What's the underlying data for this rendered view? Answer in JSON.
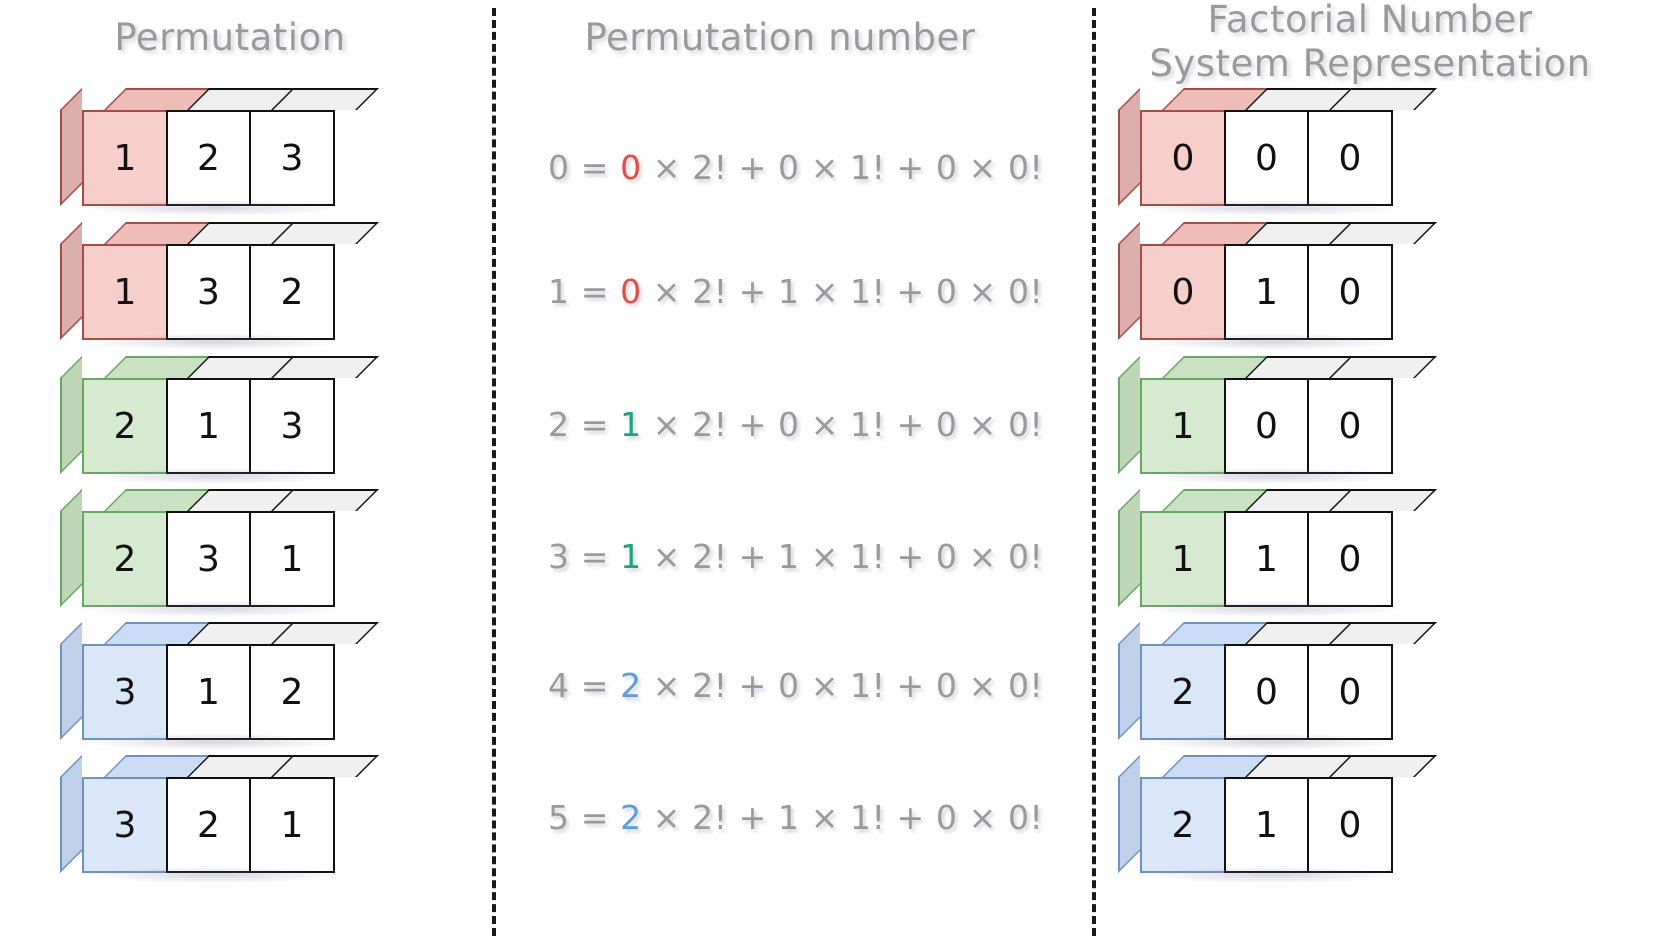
{
  "columns": {
    "left": {
      "title": "Permutation"
    },
    "middle": {
      "title": "Permutation number"
    },
    "right": {
      "title": "Factorial Number\nSystem Representation"
    }
  },
  "colors": {
    "red_fill": "#f6ceca",
    "red_border": "#a64b45",
    "green_fill": "#d6ead0",
    "green_border": "#67a862",
    "blue_fill": "#d9e7f8",
    "blue_border": "#6e92c4",
    "text_gray": "#9a9a9a",
    "digit_red": "#f0483c",
    "digit_green": "#17a583",
    "digit_blue": "#5a9bea"
  },
  "rows": [
    {
      "highlight": "red",
      "permutation": [
        "1",
        "2",
        "3"
      ],
      "equation": {
        "result": "0",
        "eq": "=",
        "coef2": "0",
        "term2": "× 2!",
        "plus1": "+",
        "coef1": "0",
        "term1": "× 1!",
        "plus0": "+",
        "coef0": "0",
        "term0": "× 0!"
      },
      "factorial": [
        "0",
        "0",
        "0"
      ]
    },
    {
      "highlight": "red",
      "permutation": [
        "1",
        "3",
        "2"
      ],
      "equation": {
        "result": "1",
        "eq": "=",
        "coef2": "0",
        "term2": "× 2!",
        "plus1": "+",
        "coef1": "1",
        "term1": "× 1!",
        "plus0": "+",
        "coef0": "0",
        "term0": "× 0!"
      },
      "factorial": [
        "0",
        "1",
        "0"
      ]
    },
    {
      "highlight": "green",
      "permutation": [
        "2",
        "1",
        "3"
      ],
      "equation": {
        "result": "2",
        "eq": "=",
        "coef2": "1",
        "term2": "× 2!",
        "plus1": "+",
        "coef1": "0",
        "term1": "× 1!",
        "plus0": "+",
        "coef0": "0",
        "term0": "× 0!"
      },
      "factorial": [
        "1",
        "0",
        "0"
      ]
    },
    {
      "highlight": "green",
      "permutation": [
        "2",
        "3",
        "1"
      ],
      "equation": {
        "result": "3",
        "eq": "=",
        "coef2": "1",
        "term2": "× 2!",
        "plus1": "+",
        "coef1": "1",
        "term1": "× 1!",
        "plus0": "+",
        "coef0": "0",
        "term0": "× 0!"
      },
      "factorial": [
        "1",
        "1",
        "0"
      ]
    },
    {
      "highlight": "blue",
      "permutation": [
        "3",
        "1",
        "2"
      ],
      "equation": {
        "result": "4",
        "eq": "=",
        "coef2": "2",
        "term2": "× 2!",
        "plus1": "+",
        "coef1": "0",
        "term1": "× 1!",
        "plus0": "+",
        "coef0": "0",
        "term0": "× 0!"
      },
      "factorial": [
        "2",
        "0",
        "0"
      ]
    },
    {
      "highlight": "blue",
      "permutation": [
        "3",
        "2",
        "1"
      ],
      "equation": {
        "result": "5",
        "eq": "=",
        "coef2": "2",
        "term2": "× 2!",
        "plus1": "+",
        "coef1": "1",
        "term1": "× 1!",
        "plus0": "+",
        "coef0": "0",
        "term0": "× 0!"
      },
      "factorial": [
        "2",
        "1",
        "0"
      ]
    }
  ]
}
